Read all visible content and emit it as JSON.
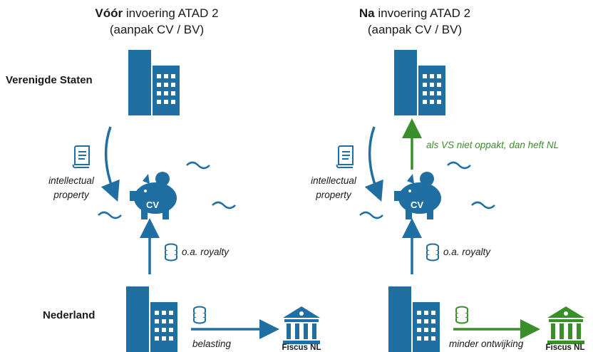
{
  "left": {
    "title_bold": "Vóór",
    "title_rest": " invoering ATAD 2",
    "subtitle": "(aanpak CV / BV)",
    "ip_line1": "intellectual",
    "ip_line2": "property",
    "royalty": "o.a. royalty",
    "flow_label": "belasting",
    "fiscus": "Fiscus NL",
    "cv": "CV"
  },
  "right": {
    "title_bold": "Na",
    "title_rest": " invoering ATAD 2",
    "subtitle": "(aanpak CV / BV)",
    "ip_line1": "intellectual",
    "ip_line2": "property",
    "royalty": "o.a. royalty",
    "flow_label": "minder ontwijking",
    "fiscus": "Fiscus NL",
    "cv": "CV",
    "green_note": "als VS niet oppakt, dan heft NL"
  },
  "rows": {
    "us": "Verenigde Staten",
    "nl": "Nederland"
  },
  "colors": {
    "blue": "#1f6fa3",
    "green": "#3a8f2b"
  },
  "icons": [
    "building-icon",
    "piggy-bank-icon",
    "scroll-icon",
    "coin-stack-icon",
    "bank-icon",
    "wave-icon"
  ]
}
